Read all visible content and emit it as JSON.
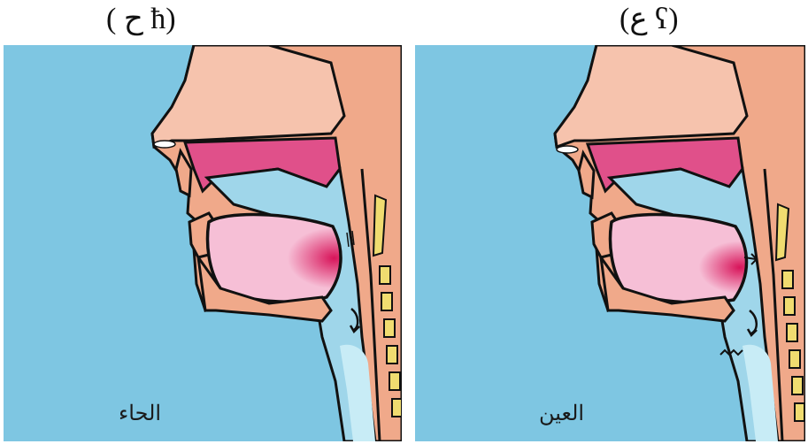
{
  "titles": {
    "left": "( ح ħ)",
    "right": "(ع ʕ)"
  },
  "captions": {
    "left": "الحاء",
    "right": "العين"
  },
  "colors": {
    "background": "#7ec6e2",
    "skin": "#f0a98a",
    "nasal_cavity": "#f6c3ad",
    "palate": "#e0508a",
    "tongue": "#f6bfd6",
    "airway": "#9fd6ea",
    "vertebra": "#f0dc70",
    "outline": "#111111",
    "focus": "#d8145a"
  }
}
